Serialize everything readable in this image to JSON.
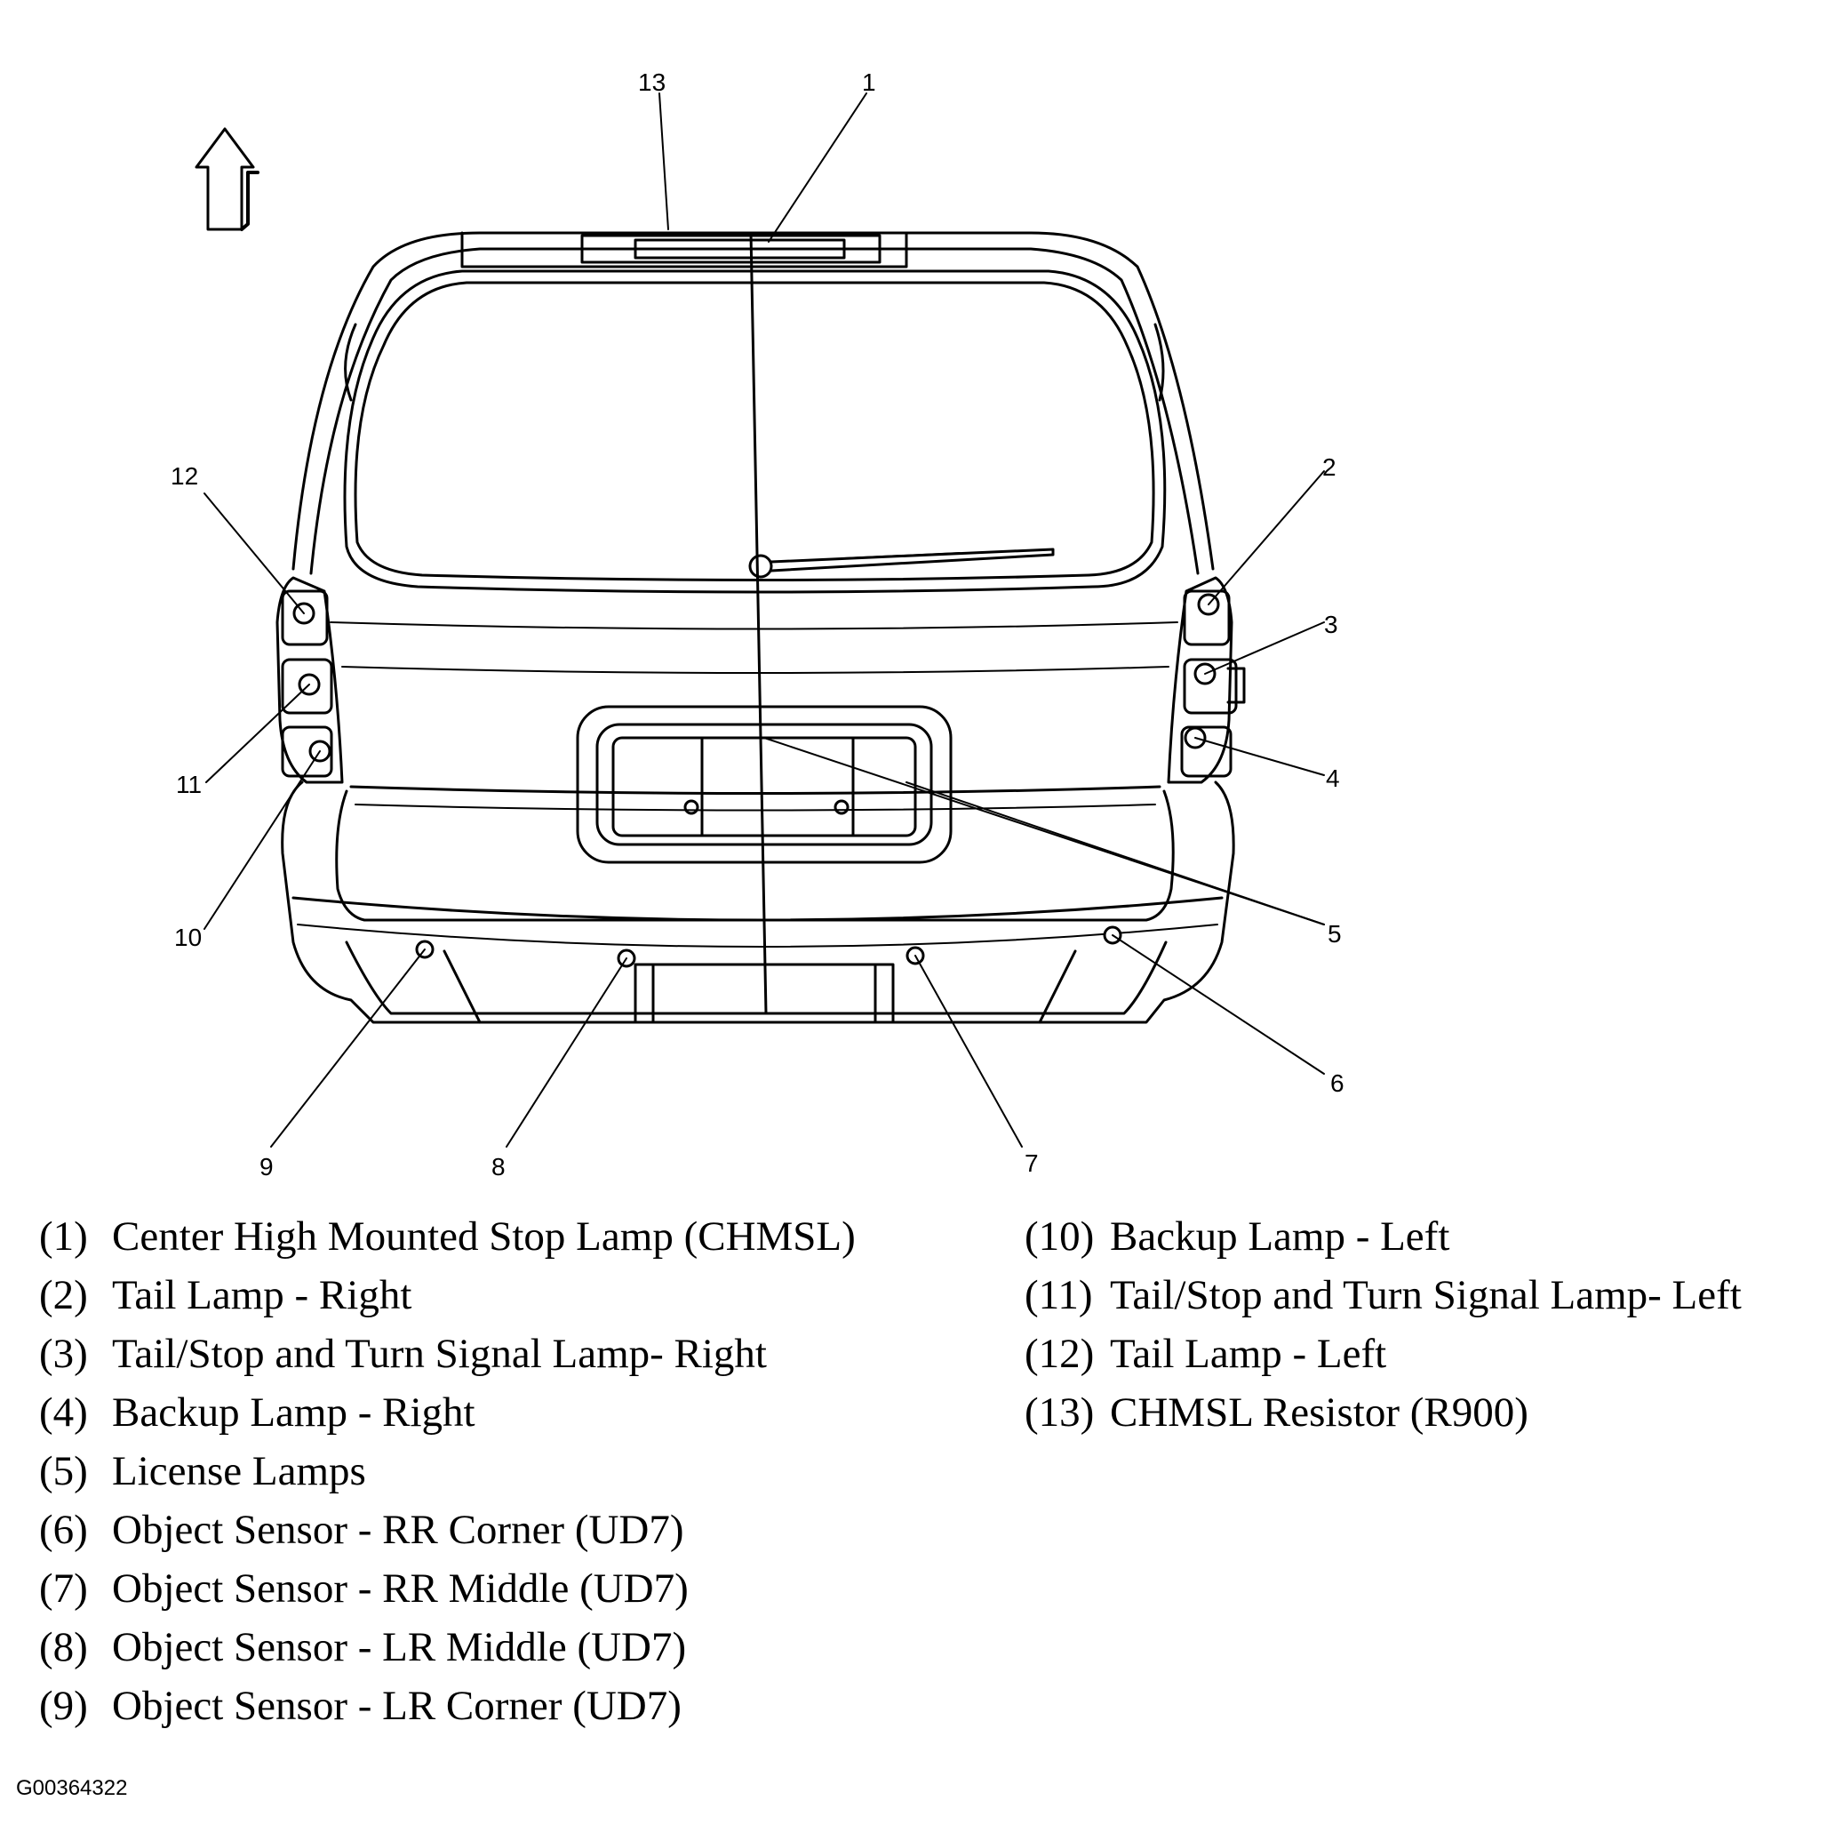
{
  "callouts": [
    "13",
    "1",
    "12",
    "2",
    "3",
    "11",
    "4",
    "10",
    "5",
    "6",
    "9",
    "8",
    "7"
  ],
  "legend_left": [
    {
      "num": "(1)",
      "text": "Center High Mounted Stop Lamp (CHMSL)"
    },
    {
      "num": "(2)",
      "text": "Tail Lamp - Right"
    },
    {
      "num": "(3)",
      "text": "Tail/Stop and Turn Signal Lamp- Right"
    },
    {
      "num": "(4)",
      "text": "Backup Lamp - Right"
    },
    {
      "num": "(5)",
      "text": "License Lamps"
    },
    {
      "num": "(6)",
      "text": "Object Sensor - RR Corner (UD7)"
    },
    {
      "num": "(7)",
      "text": "Object Sensor - RR Middle (UD7)"
    },
    {
      "num": "(8)",
      "text": "Object Sensor - LR Middle (UD7)"
    },
    {
      "num": "(9)",
      "text": "Object Sensor - LR Corner (UD7)"
    }
  ],
  "legend_right": [
    {
      "num": "(10)",
      "text": "Backup Lamp - Left"
    },
    {
      "num": "(11)",
      "text": "Tail/Stop and Turn Signal Lamp- Left"
    },
    {
      "num": "(12)",
      "text": "Tail Lamp - Left"
    },
    {
      "num": "(13)",
      "text": "CHMSL Resistor (R900)"
    }
  ],
  "figure_id": "G00364322",
  "icons": {
    "direction": "up-arrow-icon"
  }
}
